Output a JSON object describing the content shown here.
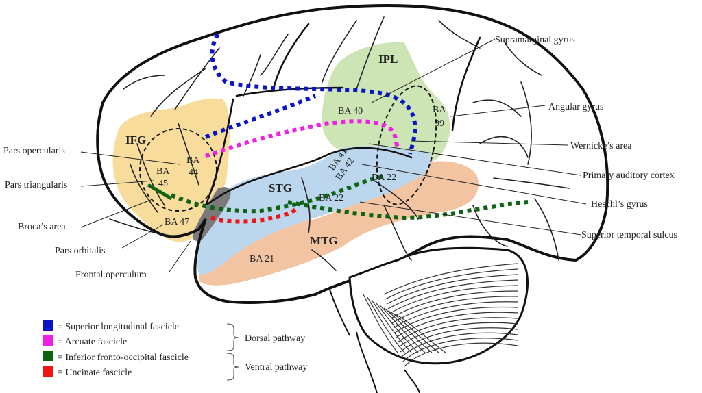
{
  "figure": {
    "type": "brain-language-pathways-diagram",
    "regions": [
      {
        "key": "ifg",
        "label": "IFG",
        "color": "#f8dc9c"
      },
      {
        "key": "ipl",
        "label": "IPL",
        "color": "#cde5b4"
      },
      {
        "key": "stg",
        "label": "STG",
        "color": "#bcd6ee"
      },
      {
        "key": "mtg",
        "label": "MTG",
        "color": "#f3c4a2"
      }
    ],
    "brodmann_labels": {
      "ba44_a": "BA",
      "ba44_b": "44",
      "ba45_a": "BA",
      "ba45_b": "45",
      "ba47": "BA 47",
      "ba40": "BA 40",
      "ba39_a": "BA",
      "ba39_b": "39",
      "ba41": "BA 41",
      "ba42": "BA 42",
      "ba22_upper": "BA 22",
      "ba22_lower": "BA 22",
      "ba21": "BA 21"
    },
    "callouts_left": [
      "Pars opercularis",
      "Pars triangularis",
      "Broca’s area",
      "Pars orbitalis",
      "Frontal operculum"
    ],
    "callouts_right": [
      "Supramarginal gyrus",
      "Angular gyrus",
      "Wernicke’s area",
      "Primary auditory cortex",
      "Heschl’s gyrus",
      "Superior temporal sulcus"
    ],
    "tracts": [
      {
        "key": "slf",
        "label": "= Superior longitudinal fascicle",
        "color": "#0a14c8",
        "pathway": "dorsal"
      },
      {
        "key": "af",
        "label": "= Arcuate fascicle",
        "color": "#f01ee6",
        "pathway": "dorsal"
      },
      {
        "key": "ifof",
        "label": "= Inferior fronto-occipital fascicle",
        "color": "#0f6414",
        "pathway": "ventral"
      },
      {
        "key": "uf",
        "label": "= Uncinate fascicle",
        "color": "#f01414",
        "pathway": "ventral"
      }
    ],
    "pathways": {
      "dorsal": "Dorsal pathway",
      "ventral": "Ventral pathway"
    }
  }
}
